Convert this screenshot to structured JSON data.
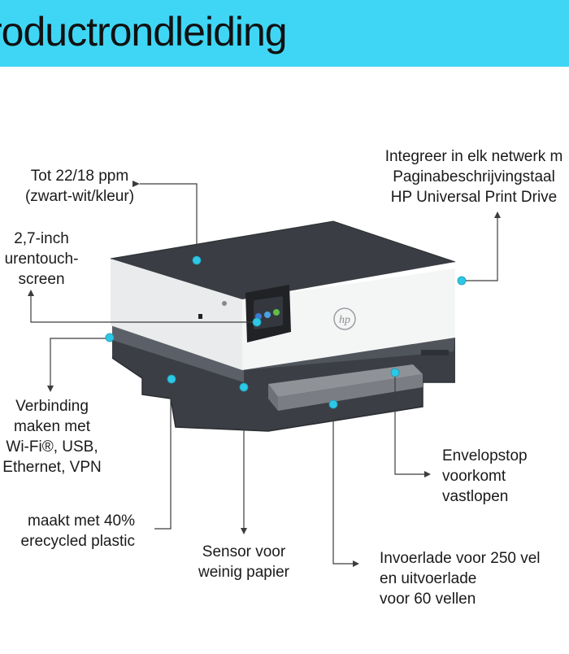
{
  "banner": {
    "title": "roductrondleiding",
    "color": "#3fd6f5"
  },
  "callouts": {
    "speed": {
      "lines": [
        "Tot 22/18 ppm",
        "(zwart-wit/kleur)"
      ]
    },
    "network": {
      "lines": [
        "Integreer in elk netwerk m",
        "Paginabeschrijvingstaal",
        "HP Universal Print Drive"
      ]
    },
    "touchscreen": {
      "lines": [
        "2,7-inch",
        "urentouch-",
        "screen"
      ]
    },
    "connect": {
      "lines": [
        "Verbinding",
        "maken met",
        "Wi-Fi®, USB,",
        "Ethernet, VPN"
      ]
    },
    "recycled": {
      "lines": [
        "maakt met 40%",
        "erecycled plastic"
      ]
    },
    "sensor": {
      "lines": [
        "Sensor voor",
        "weinig papier"
      ]
    },
    "envelope": {
      "lines": [
        "Envelopstop",
        "voorkomt",
        "vastlopen"
      ]
    },
    "tray": {
      "lines": [
        "Invoerlade voor 250 vel",
        "en uitvoerlade",
        "voor 60 vellen"
      ]
    }
  },
  "printer": {
    "logo": "hp",
    "accent_color": "#2ec7e6"
  }
}
